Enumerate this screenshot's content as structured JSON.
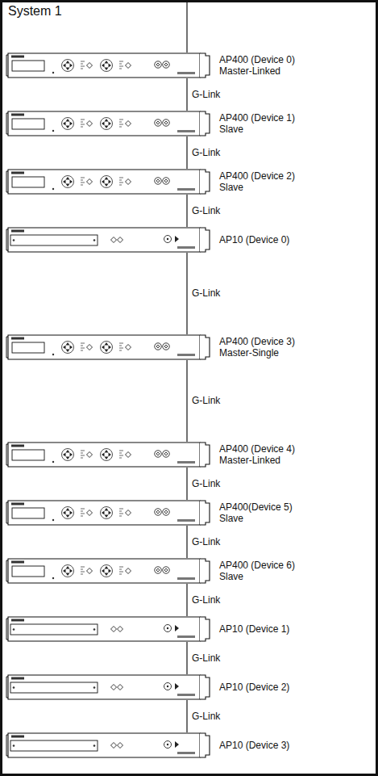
{
  "diagram": {
    "title": "System 1",
    "nodes": [
      {
        "text": [
          "AP400 (Device 0) Master-Linked"
        ]
      },
      {
        "text": [
          "AP400 (Device 1) Slave"
        ]
      },
      {
        "text": [
          "AP400 (Device 2) Slave"
        ]
      },
      {
        "text": [
          "AP10 (Device 0)"
        ]
      },
      {
        "text": [
          "AP400 (Device 3) Master-Single"
        ]
      },
      {
        "text": [
          "AP400 (Device 4) Master-Linked"
        ]
      },
      {
        "text": [
          "AP400(Device 5) Slave"
        ]
      },
      {
        "text": [
          "AP400 (Device 6) Slave"
        ]
      },
      {
        "text": [
          "AP10 (Device 1)"
        ]
      },
      {
        "text": [
          "AP10 (Device 2)"
        ]
      },
      {
        "text": [
          "AP10 (Device 3)"
        ]
      }
    ],
    "edges": [
      {
        "from": 0,
        "to": 1,
        "label": "G-Link",
        "arrow": "none"
      },
      {
        "from": 1,
        "to": 2,
        "label": "G-Link",
        "arrow": "none"
      },
      {
        "from": 2,
        "to": 3,
        "label": "G-Link",
        "arrow": "none"
      },
      {
        "from": 3,
        "to": 4,
        "label": "G-Link",
        "arrow": "none"
      },
      {
        "from": 4,
        "to": 5,
        "label": "G-Link",
        "arrow": "none"
      },
      {
        "from": 5,
        "to": 6,
        "label": "G-Link",
        "arrow": "none"
      },
      {
        "from": 6,
        "to": 7,
        "label": "G-Link",
        "arrow": "none"
      },
      {
        "from": 7,
        "to": 8,
        "label": "G-Link",
        "arrow": "none"
      },
      {
        "from": 8,
        "to": 9,
        "label": "G-Link",
        "arrow": "none"
      },
      {
        "from": 9,
        "to": 10,
        "label": "G-Link",
        "arrow": "none"
      }
    ]
  }
}
